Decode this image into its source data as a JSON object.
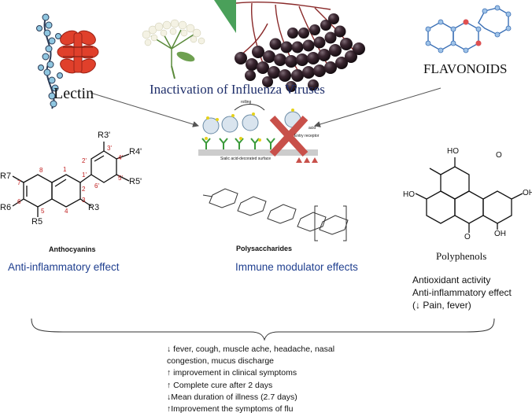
{
  "top": {
    "lectin_label": "Lectin",
    "center_title": "Inactivation of Influenza Viruses",
    "flavonoids_label": "FLAVONOIDS"
  },
  "virus_panel": {
    "labels": [
      "rolling",
      "Sialic acid-decorated surface",
      "Entry receptor",
      "acid"
    ]
  },
  "anthocyanin": {
    "name": "Anthocyanins",
    "effect": "Anti-inflammatory effect",
    "substituents": [
      "R3'",
      "R4'",
      "R5'",
      "R7",
      "R6",
      "R5",
      "R3"
    ],
    "ring_numbers": [
      "1",
      "2",
      "3",
      "4",
      "5",
      "6",
      "7",
      "8",
      "1'",
      "2'",
      "3'",
      "4'",
      "5'",
      "6'"
    ]
  },
  "polysaccharide": {
    "name": "Polysaccharides",
    "effect": "Immune modulator effects"
  },
  "polyphenol": {
    "name": "Polyphenols",
    "effects": [
      "Antioxidant activity",
      "Anti-inflammatory effect",
      "(↓ Pain, fever)"
    ]
  },
  "outcomes": [
    "↓  fever, cough, muscle ache, headache, nasal",
    "congestion, mucus discharge",
    "↑ improvement  in clinical symptoms",
    "↑ Complete cure after 2 days",
    "↓Mean duration of illness (2.7 days)",
    "↑Improvement  the symptoms of flu"
  ],
  "colors": {
    "title_blue": "#1f2f6b",
    "label_blue": "#1f3f8f",
    "lectin_red": "#e0402b",
    "bead_blue": "#8fc6e0",
    "cross_red": "#c8504a",
    "molecule_blue": "#3a6fb5",
    "berry_dark": "#2b1d22"
  }
}
